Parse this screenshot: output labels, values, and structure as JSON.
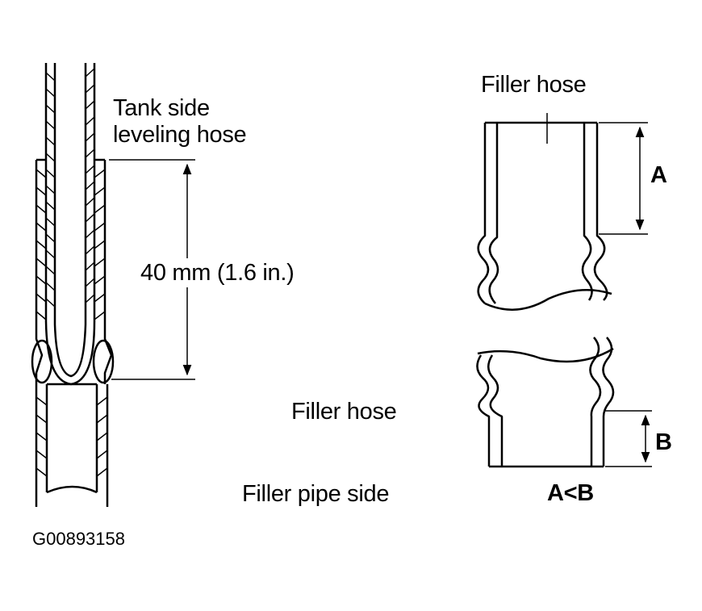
{
  "labels": {
    "tank_side_line1": "Tank side",
    "tank_side_line2": "leveling hose",
    "dimension": "40 mm (1.6 in.)",
    "filler_hose_left": "Filler hose",
    "filler_pipe_side": "Filler pipe side",
    "filler_hose_right": "Filler hose",
    "dim_a": "A",
    "dim_b": "B",
    "relation": "A<B",
    "figure_code": "G00893158"
  },
  "colors": {
    "ink": "#000000",
    "background": "#ffffff"
  }
}
